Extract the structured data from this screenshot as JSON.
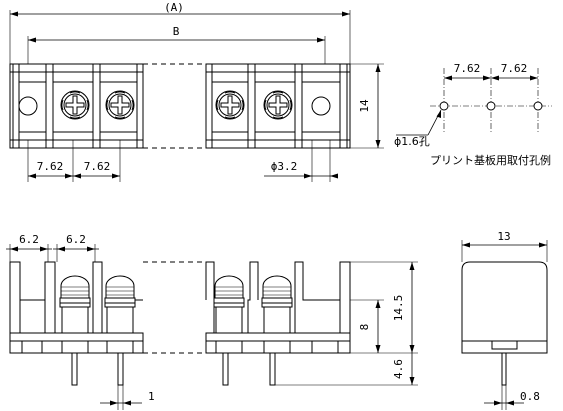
{
  "top_view": {
    "overall_length": "(A)",
    "pitch_span": "B",
    "pitch_left_1": "7.62",
    "pitch_left_2": "7.62",
    "hole_diameter": "ϕ3.2",
    "height": "14"
  },
  "pcb_layout": {
    "pitch_1": "7.62",
    "pitch_2": "7.62",
    "hole_label": "ϕ1.6孔",
    "caption": "プリント基板用取付孔例"
  },
  "front_view": {
    "width_1": "6.2",
    "width_2": "6.2",
    "pin_width": "1",
    "body_height": "8",
    "total_height": "14.5",
    "pin_length": "4.6"
  },
  "side_view": {
    "width": "13",
    "pin_thickness": "0.8"
  }
}
